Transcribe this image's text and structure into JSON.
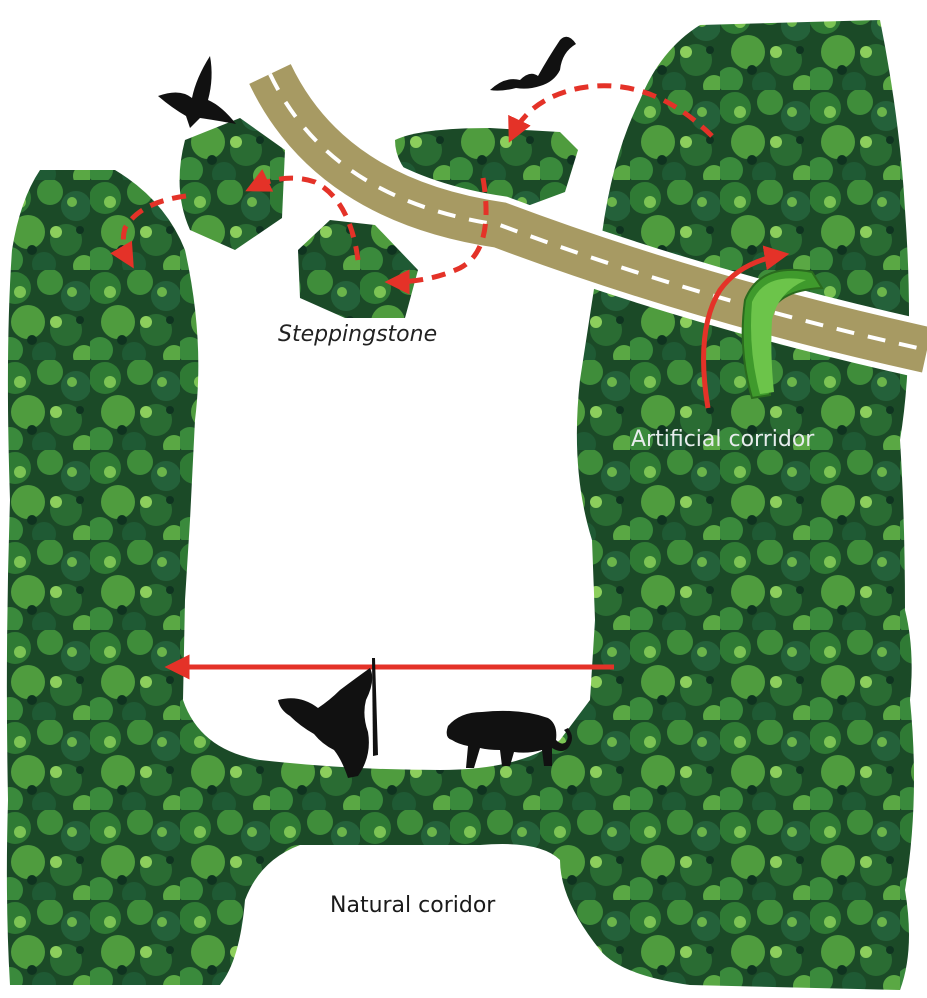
{
  "labels": {
    "steppingstone": "Steppingstone",
    "artificial_corridor": "Artificial corridor",
    "natural_corridor": "Natural coridor"
  },
  "colors": {
    "forest_dark": "#14361f",
    "forest_mid": "#2c6a2e",
    "forest_light": "#5da63a",
    "road": "#a79a63",
    "road_edge": "#ffffff",
    "arrow_red": "#e43228",
    "overpass_green": "#3f9a2c",
    "silhouette": "#111111"
  },
  "icons": [
    "bird-icon",
    "bat-icon",
    "orangutan-icon",
    "tiger-icon"
  ]
}
